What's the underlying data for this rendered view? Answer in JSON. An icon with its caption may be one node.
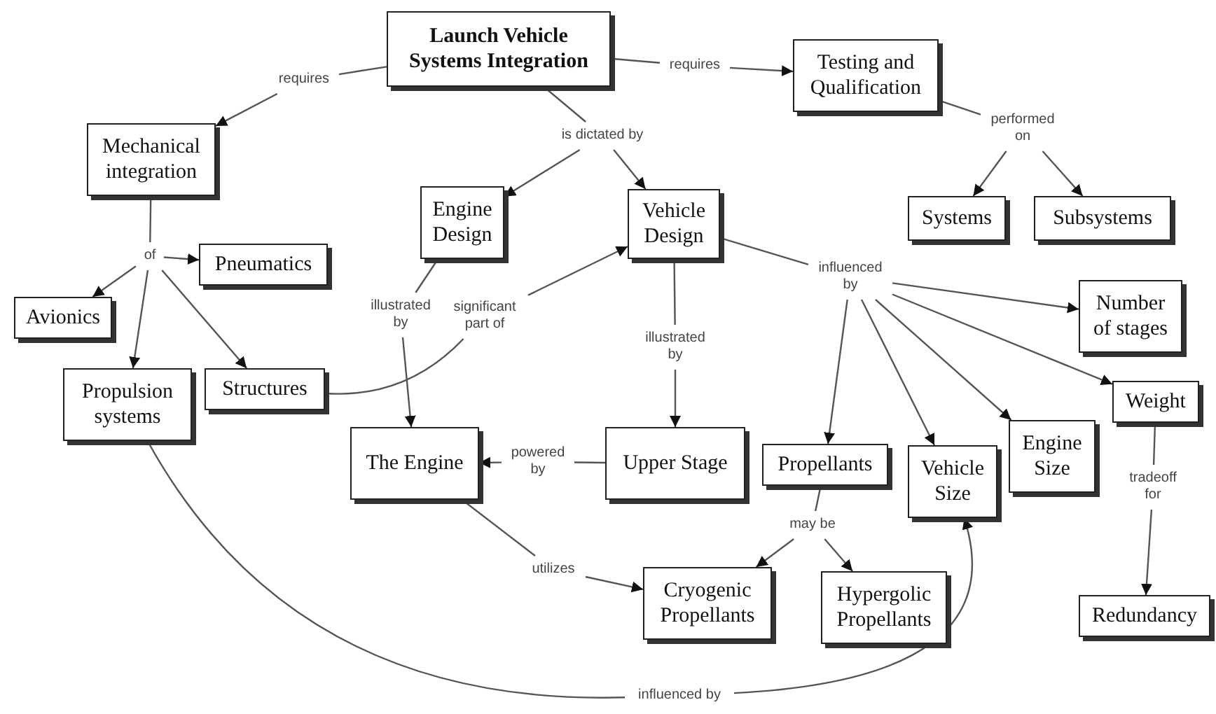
{
  "diagram": {
    "nodes": [
      {
        "text": [
          "Launch Vehicle Systems Integration"
        ]
      },
      {
        "text": [
          "requires"
        ]
      },
      {
        "text": [
          "Mechanical integration"
        ]
      },
      {
        "text": [
          "requires"
        ]
      },
      {
        "text": [
          "Testing and Qualification"
        ]
      },
      {
        "text": [
          "is dictated by"
        ]
      },
      {
        "text": [
          "Engine Design"
        ]
      },
      {
        "text": [
          "Vehicle Design"
        ]
      },
      {
        "text": [
          "performed on"
        ]
      },
      {
        "text": [
          "Systems"
        ]
      },
      {
        "text": [
          "Subsystems"
        ]
      },
      {
        "text": [
          "of"
        ]
      },
      {
        "text": [
          "Pneumatics"
        ]
      },
      {
        "text": [
          "Avionics"
        ]
      },
      {
        "text": [
          "influenced by"
        ]
      },
      {
        "text": [
          "Number of stages"
        ]
      },
      {
        "text": [
          "Propulsion systems"
        ]
      },
      {
        "text": [
          "Structures"
        ]
      },
      {
        "text": [
          "illustrated by"
        ]
      },
      {
        "text": [
          "significant part of"
        ]
      },
      {
        "text": [
          "illustrated by"
        ]
      },
      {
        "text": [
          "The Engine"
        ]
      },
      {
        "text": [
          "powered by"
        ]
      },
      {
        "text": [
          "Upper Stage"
        ]
      },
      {
        "text": [
          "Propellants"
        ]
      },
      {
        "text": [
          "Vehicle Size"
        ]
      },
      {
        "text": [
          "Engine Size"
        ]
      },
      {
        "text": [
          "Weight"
        ]
      },
      {
        "text": [
          "tradeoff for"
        ]
      },
      {
        "text": [
          "utilizes"
        ]
      },
      {
        "text": [
          "may be"
        ]
      },
      {
        "text": [
          "Cryogenic Propellants"
        ]
      },
      {
        "text": [
          "Hypergolic Propellants"
        ]
      },
      {
        "text": [
          "Redundancy"
        ]
      },
      {
        "text": [
          "influenced by"
        ]
      }
    ],
    "edges": [
      {
        "from": 0,
        "to": 1,
        "arrow": "none"
      },
      {
        "from": 1,
        "to": 2,
        "arrow": "to"
      },
      {
        "from": 0,
        "to": 3,
        "arrow": "none"
      },
      {
        "from": 3,
        "to": 4,
        "arrow": "to"
      },
      {
        "from": 0,
        "to": 5,
        "arrow": "none"
      },
      {
        "from": 5,
        "to": 6,
        "arrow": "to"
      },
      {
        "from": 5,
        "to": 7,
        "arrow": "to"
      },
      {
        "from": 4,
        "to": 8,
        "arrow": "none"
      },
      {
        "from": 8,
        "to": 9,
        "arrow": "to"
      },
      {
        "from": 8,
        "to": 10,
        "arrow": "to"
      },
      {
        "from": 2,
        "to": 11,
        "arrow": "none"
      },
      {
        "from": 11,
        "to": 12,
        "arrow": "to"
      },
      {
        "from": 11,
        "to": 13,
        "arrow": "to"
      },
      {
        "from": 11,
        "to": 16,
        "arrow": "to"
      },
      {
        "from": 11,
        "to": 17,
        "arrow": "to"
      },
      {
        "from": 6,
        "to": 18,
        "arrow": "none"
      },
      {
        "from": 18,
        "to": 21,
        "arrow": "to"
      },
      {
        "from": 17,
        "to": 19,
        "arrow": "none"
      },
      {
        "from": 19,
        "to": 7,
        "arrow": "to"
      },
      {
        "from": 7,
        "to": 20,
        "arrow": "none"
      },
      {
        "from": 20,
        "to": 23,
        "arrow": "to"
      },
      {
        "from": 23,
        "to": 22,
        "arrow": "none"
      },
      {
        "from": 22,
        "to": 21,
        "arrow": "to"
      },
      {
        "from": 7,
        "to": 14,
        "arrow": "none"
      },
      {
        "from": 14,
        "to": 15,
        "arrow": "to"
      },
      {
        "from": 14,
        "to": 27,
        "arrow": "to"
      },
      {
        "from": 14,
        "to": 26,
        "arrow": "to"
      },
      {
        "from": 14,
        "to": 25,
        "arrow": "to"
      },
      {
        "from": 14,
        "to": 24,
        "arrow": "to"
      },
      {
        "from": 27,
        "to": 28,
        "arrow": "none"
      },
      {
        "from": 28,
        "to": 33,
        "arrow": "to"
      },
      {
        "from": 21,
        "to": 29,
        "arrow": "none"
      },
      {
        "from": 29,
        "to": 31,
        "arrow": "to"
      },
      {
        "from": 24,
        "to": 30,
        "arrow": "none"
      },
      {
        "from": 30,
        "to": 31,
        "arrow": "to"
      },
      {
        "from": 30,
        "to": 32,
        "arrow": "to"
      },
      {
        "from": 16,
        "to": 34,
        "arrow": "none"
      },
      {
        "from": 34,
        "to": 25,
        "arrow": "to"
      }
    ]
  }
}
